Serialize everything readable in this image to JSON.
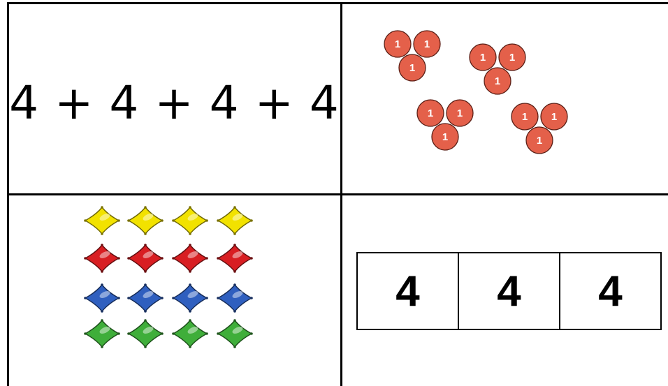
{
  "expression": "4 + 4 + 4 + 4",
  "counter_label": "1",
  "counter_color": "#e4604a",
  "counter_groups": 4,
  "counters_per_group": 3,
  "cushion_rows": [
    {
      "color": "yellow",
      "hex": "#f2e200",
      "count": 4
    },
    {
      "color": "red",
      "hex": "#d81e22",
      "count": 4
    },
    {
      "color": "blue",
      "hex": "#2f5fbf",
      "count": 4
    },
    {
      "color": "green",
      "hex": "#3fae3a",
      "count": 4
    }
  ],
  "bar_model": [
    "4",
    "4",
    "4"
  ]
}
